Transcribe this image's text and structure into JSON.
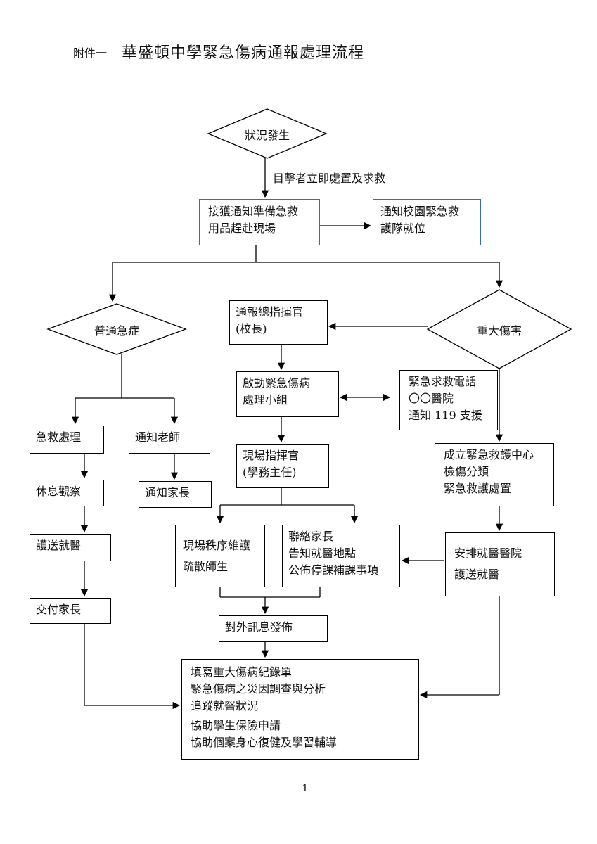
{
  "header": {
    "prefix": "附件一",
    "title": "華盛頓中學緊急傷病通報處理流程"
  },
  "flow": {
    "start": "狀況發生",
    "witness_action": "目擊者立即處置及求救",
    "notified": [
      "接獲通知準備急救",
      "用品趕赴現場"
    ],
    "rescue_team": [
      "通知校園緊急救",
      "護隊就位"
    ],
    "minor": "普通急症",
    "major": "重大傷害",
    "first_aid": "急救處理",
    "notify_teacher": "通知老師",
    "rest": "休息觀察",
    "notify_parent": "通知家長",
    "escort_hospital": "護送就醫",
    "hand_parent": "交付家長",
    "commander": [
      "通報總指揮官",
      "(校長)"
    ],
    "activate_team": [
      "啟動緊急傷病",
      "處理小組"
    ],
    "emergency_call": [
      "緊急求救電話",
      "〇〇醫院",
      "通知 119 支援"
    ],
    "field_commander": [
      "現場指揮官",
      "(學務主任)"
    ],
    "rescue_center": [
      "成立緊急救護中心",
      "檢傷分類",
      "緊急救護處置"
    ],
    "order_evac": [
      "現場秩序維護",
      "疏散師生"
    ],
    "contact_parents": [
      "聯絡家長",
      "告知就醫地點",
      "公佈停課補課事項"
    ],
    "arrange_hospital": [
      "安排就醫醫院",
      "護送就醫"
    ],
    "press_release": "對外訊息發佈",
    "final": [
      "填寫重大傷病紀錄單",
      "緊急傷病之災因調查與分析",
      "追蹤就醫狀況",
      "協助學生保險申請",
      "協助個案身心復健及學習輔導"
    ]
  },
  "page_number": "1"
}
